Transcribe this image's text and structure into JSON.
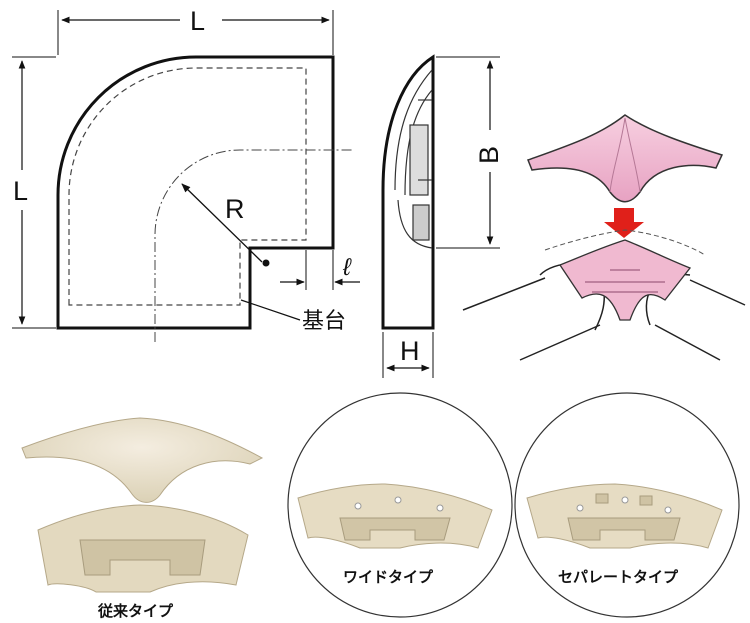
{
  "labels": {
    "dim_top": "L",
    "dim_left": "L",
    "dim_radius": "R",
    "dim_ell": "ℓ",
    "dim_b": "B",
    "dim_h": "H",
    "base_label": "基台"
  },
  "captions": {
    "conventional": "従来タイプ",
    "wide": "ワイドタイプ",
    "separate": "セパレートタイプ"
  },
  "colors": {
    "outline": "#111111",
    "pink_cover": "#f2bcd3",
    "pink_dark": "#d98fb0",
    "ivory": "#e9e0c8",
    "ivory_dark": "#c9bd9c",
    "arrow_red": "#e0201a"
  }
}
